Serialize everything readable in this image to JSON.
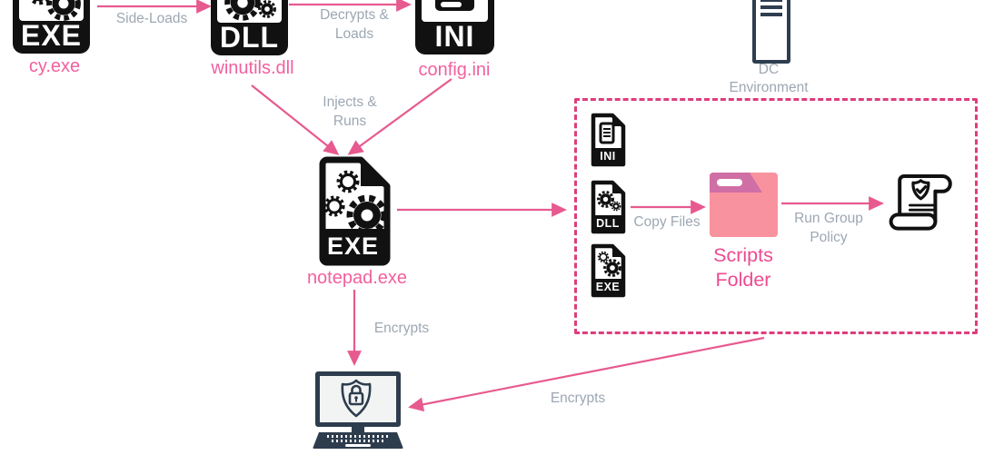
{
  "colors": {
    "accent_pink": "#E75A8F",
    "dashed_border": "#DD3D7D",
    "label_pink": "#F2609E",
    "label_gray": "#9DA7B3",
    "icon_navy": "#2E3E50",
    "icon_black": "#111111",
    "folder_body": "#F9929F",
    "folder_tab": "#D06FA5"
  },
  "nodes": {
    "cy_exe": {
      "badge": "EXE",
      "label": "cy.exe"
    },
    "winutils_dll": {
      "badge": "DLL",
      "label": "winutils.dll"
    },
    "config_ini": {
      "badge": "INI",
      "label": "config.ini"
    },
    "notepad_exe": {
      "badge": "EXE",
      "label": "notepad.exe"
    },
    "dc_environment": {
      "label": "DC\nEnvironment"
    },
    "ini_file": {
      "badge": "INI"
    },
    "dll_file": {
      "badge": "DLL"
    },
    "exe_file": {
      "badge": "EXE"
    },
    "scripts_folder": {
      "label": "Scripts\nFolder"
    }
  },
  "edges": {
    "side_loads": {
      "label": "Side-Loads"
    },
    "decrypts_loads": {
      "label": "Decrypts &\nLoads"
    },
    "injects_runs": {
      "label": "Injects &\nRuns"
    },
    "copy_files": {
      "label": "Copy Files"
    },
    "run_group_policy": {
      "label": "Run Group\nPolicy"
    },
    "encrypts_notepad": {
      "label": "Encrypts"
    },
    "encrypts_scripts": {
      "label": "Encrypts"
    }
  }
}
